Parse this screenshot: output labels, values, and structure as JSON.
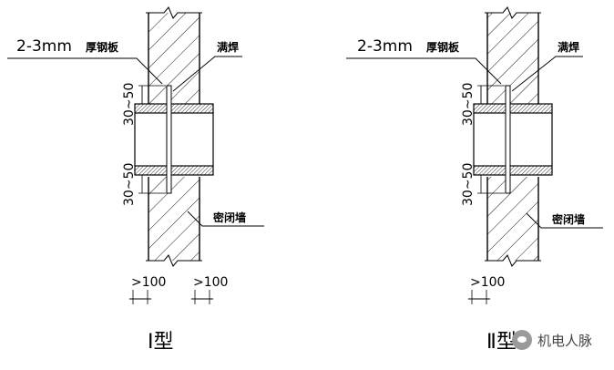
{
  "left": {
    "thickness_label": "2-3mm",
    "plate_label": "厚钢板",
    "weld_label": "满焊",
    "dim_top": "30~50",
    "dim_bottom": "30~50",
    "wall_label": "密闭墙",
    "dim_left": ">100",
    "dim_right": ">100",
    "type_label": "Ⅰ型"
  },
  "right": {
    "thickness_label": "2-3mm",
    "plate_label": "厚钢板",
    "weld_label": "满焊",
    "dim_top": "30~50",
    "dim_bottom": "30~50",
    "wall_label": "密闭墙",
    "dim_left": ">100",
    "type_label": "Ⅱ型"
  },
  "watermark": {
    "text": "机电人脉",
    "icon": "wechat-icon"
  }
}
